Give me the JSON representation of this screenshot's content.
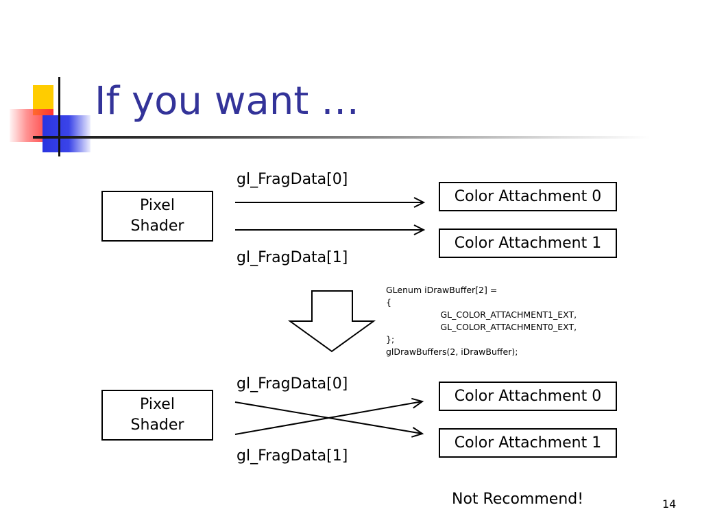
{
  "slide": {
    "title": "If you want …",
    "page_number": "14"
  },
  "top_diagram": {
    "shader_label": [
      "Pixel",
      "Shader"
    ],
    "output_labels": [
      "gl_FragData[0]",
      "gl_FragData[1]"
    ],
    "attachments": [
      "Color Attachment 0",
      "Color Attachment 1"
    ]
  },
  "code_snippet": "GLenum iDrawBuffer[2] =\n{\n                    GL_COLOR_ATTACHMENT1_EXT,\n                    GL_COLOR_ATTACHMENT0_EXT,\n};\nglDrawBuffers(2, iDrawBuffer);",
  "bottom_diagram": {
    "shader_label": [
      "Pixel",
      "Shader"
    ],
    "output_labels": [
      "gl_FragData[0]",
      "gl_FragData[1]"
    ],
    "attachments": [
      "Color Attachment 0",
      "Color Attachment 1"
    ]
  },
  "footnote": "Not Recommend!"
}
